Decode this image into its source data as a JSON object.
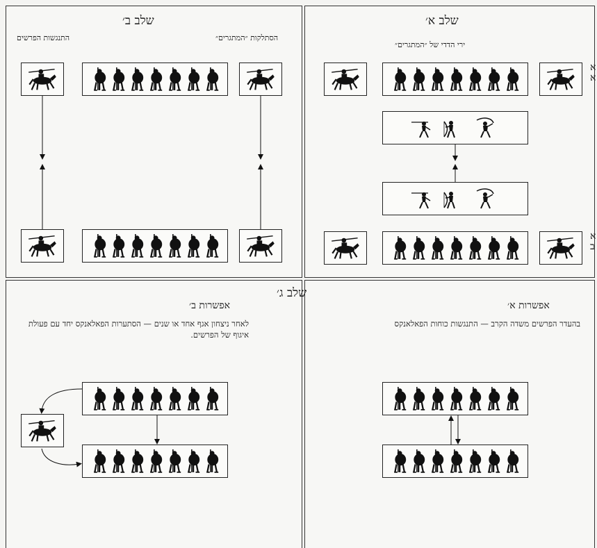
{
  "header_fragment": "",
  "stage_a": {
    "title": "שלב א׳",
    "caption": "ירי הדדי של ״המתגרים״",
    "side_top": "א\nא",
    "side_bottom": "א\nב"
  },
  "stage_b": {
    "title": "שלב ב׳",
    "caption_right": "הסתלקות ״המתגרים״",
    "caption_left": "התנגשות הפרשים"
  },
  "stage_c": {
    "title": "שלב ג׳",
    "option_b": {
      "title": "אפשרות ב׳",
      "text": "לאחר ניצחון אגף אחד או שנים — הסתערות הפאלאנקס יחד עם פעולת איגוף של הפרשים."
    },
    "option_a": {
      "title": "אפשרות א׳",
      "text": "בהעדר הפרשים משדה הקרב — התנגשות כוחות הפאלאנקס"
    }
  },
  "icons": {
    "infantry": "hoplite-shield-icon",
    "cavalry": "horseman-icon",
    "skirmishers": "archer-slinger-icon"
  },
  "colors": {
    "ink": "#1a1a1a",
    "paper": "#f7f7f5"
  }
}
